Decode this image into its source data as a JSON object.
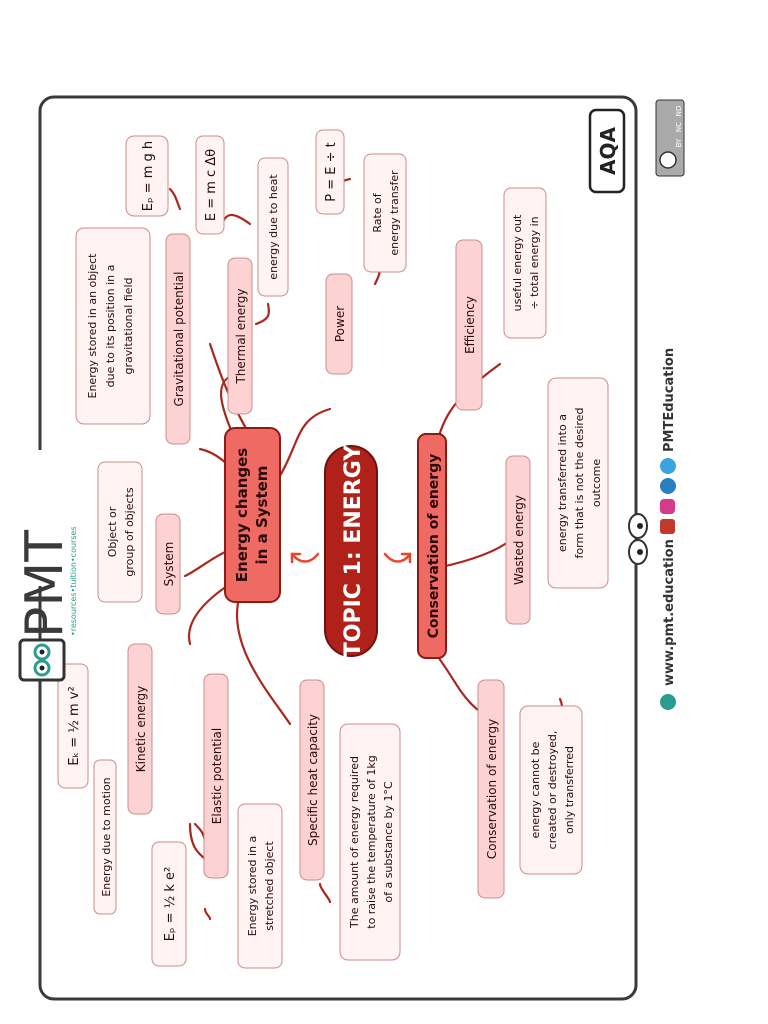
{
  "branding": {
    "logo": "PMT",
    "tagline": "•resources•tuition•courses",
    "website": "www.pmt.education",
    "social_handle": "PMTEducation",
    "exam_board": "AQA",
    "license_labels": [
      "BY",
      "NC",
      "ND"
    ]
  },
  "colors": {
    "branch_line": "#a8281e",
    "central_fill": "#b0211a",
    "main_fill": "#f06a64",
    "sub_fill": "#fcd3d2",
    "def_fill": "#fff3f3",
    "accent_red": "#e8472d"
  },
  "central": {
    "title": "TOPIC 1: ENERGY"
  },
  "main_topics": {
    "energy_changes": {
      "line1": "Energy changes",
      "line2": "in a System"
    },
    "conservation": {
      "label": "Conservation of energy"
    }
  },
  "subtopics": {
    "gravitational": {
      "label": "Gravitational potential",
      "formula": "Eₚ = m g h",
      "definition": [
        "Energy stored in an object",
        "due to its position in a",
        "gravitational field"
      ]
    },
    "thermal": {
      "label": "Thermal energy",
      "formula": "E = m c Δθ",
      "definition": [
        "energy due to heat"
      ]
    },
    "power": {
      "label": "Power",
      "formula": "P = E ÷ t",
      "definition": [
        "Rate of",
        "energy transfer"
      ]
    },
    "system": {
      "label": "System",
      "definition": [
        "Object or",
        "group of objects"
      ]
    },
    "kinetic": {
      "label": "Kinetic energy",
      "formula": "Eₖ = ½ m v²",
      "definition": [
        "Energy due to motion"
      ]
    },
    "elastic": {
      "label": "Elastic potential",
      "formula": "Eₚ = ½ k e²",
      "definition": [
        "Energy stored in a",
        "stretched object"
      ]
    },
    "specific_heat": {
      "label": "Specific heat capacity",
      "definition": [
        "The amount of energy required",
        "to raise the temperature of 1kg",
        "of a substance by 1°C"
      ]
    },
    "efficiency": {
      "label": "Efficiency",
      "definition": [
        "useful energy out",
        "÷ total energy in"
      ]
    },
    "wasted": {
      "label": "Wasted energy",
      "definition": [
        "energy transferred into a",
        "form that is not the desired",
        "outcome"
      ]
    },
    "conservation_def": {
      "label": "Conservation of energy",
      "definition": [
        "energy cannot be",
        "created or destroyed,",
        "only transferred"
      ]
    }
  }
}
